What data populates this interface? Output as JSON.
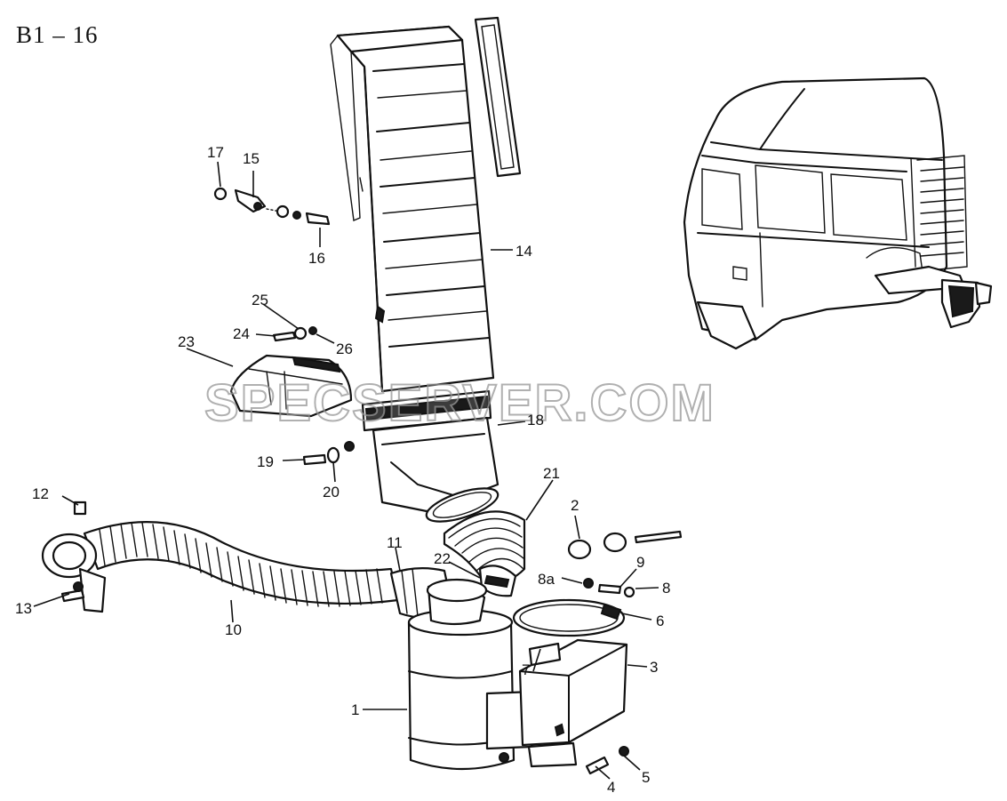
{
  "sheet_id": "B1 – 16",
  "watermark": "SPECSERVER.COM",
  "callouts": [
    {
      "id": "1",
      "text": "1"
    },
    {
      "id": "2",
      "text": "2"
    },
    {
      "id": "3",
      "text": "3"
    },
    {
      "id": "4",
      "text": "4"
    },
    {
      "id": "5",
      "text": "5"
    },
    {
      "id": "6",
      "text": "6"
    },
    {
      "id": "7",
      "text": "7"
    },
    {
      "id": "8",
      "text": "8"
    },
    {
      "id": "8a",
      "text": "8a"
    },
    {
      "id": "9",
      "text": "9"
    },
    {
      "id": "10",
      "text": "10"
    },
    {
      "id": "11",
      "text": "11"
    },
    {
      "id": "12",
      "text": "12"
    },
    {
      "id": "13",
      "text": "13"
    },
    {
      "id": "14",
      "text": "14"
    },
    {
      "id": "15",
      "text": "15"
    },
    {
      "id": "16",
      "text": "16"
    },
    {
      "id": "17",
      "text": "17"
    },
    {
      "id": "18",
      "text": "18"
    },
    {
      "id": "19",
      "text": "19"
    },
    {
      "id": "20",
      "text": "20"
    },
    {
      "id": "21",
      "text": "21"
    },
    {
      "id": "22",
      "text": "22"
    },
    {
      "id": "23",
      "text": "23"
    },
    {
      "id": "24",
      "text": "24"
    },
    {
      "id": "25",
      "text": "25"
    },
    {
      "id": "26",
      "text": "26"
    }
  ],
  "icons": {
    "hose": "corrugated-hose-icon",
    "filter": "air-filter-housing-icon",
    "duct": "air-intake-duct-icon",
    "cab": "truck-cab-icon"
  }
}
